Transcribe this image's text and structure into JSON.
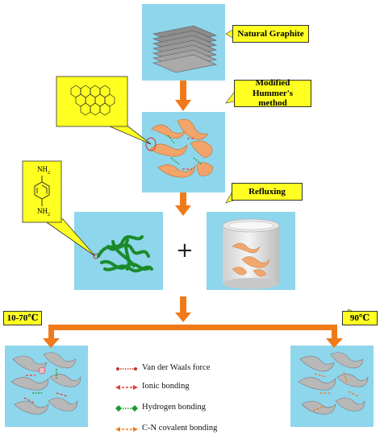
{
  "labels": {
    "natural_graphite": "Natural Graphite",
    "modified_hummers": "Modified Hummer's method",
    "refluxing": "Refluxing",
    "temp_low": "10-70℃",
    "temp_high": "90℃",
    "plus": "+",
    "chem_nh2_top": "NH",
    "chem_nh2_bottom": "NH",
    "chem_sub": "2"
  },
  "legend": [
    {
      "label": "Van der Waals force",
      "color": "#c0392b",
      "style": "dotted"
    },
    {
      "label": "Ionic bonding",
      "color": "#e63b2e",
      "style": "dashed"
    },
    {
      "label": "Hydrogen bonding",
      "color": "#1a9a2a",
      "style": "dotted"
    },
    {
      "label": "C-N covalent bonding",
      "color": "#f07a1a",
      "style": "dashed"
    }
  ],
  "colors": {
    "panel": "#8ed6ec",
    "callout": "#ffff22",
    "arrow": "#f07a1a",
    "ribbon": "#f2a46a",
    "green": "#1b8a2a",
    "gray_sheet": "#b8b8b8"
  }
}
